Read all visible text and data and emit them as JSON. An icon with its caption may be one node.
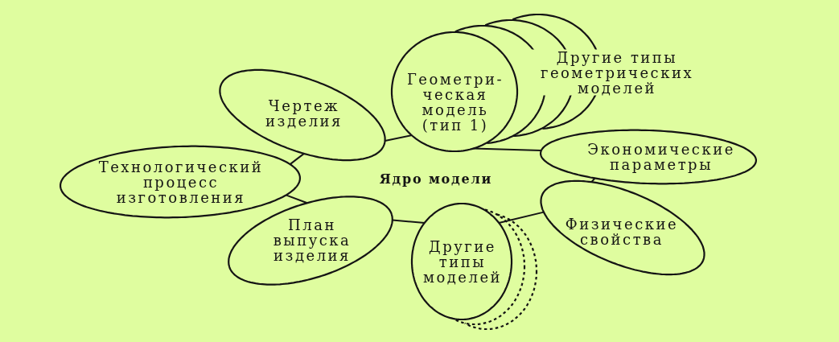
{
  "diagram": {
    "nodes": [
      {
        "text": [
          "Геометри- ческая модель (тип 1)"
        ]
      },
      {
        "text": [
          "Другие типы геометрических моделей"
        ]
      },
      {
        "text": [
          "Чертеж изделия"
        ]
      },
      {
        "text": [
          "Технологический процесс изготовления"
        ]
      },
      {
        "text": [
          "Экономические параметры"
        ]
      },
      {
        "text": [
          "План выпуска изделия"
        ]
      },
      {
        "text": [
          "Физические свойства"
        ]
      },
      {
        "text": [
          "Другие типы моделей"
        ]
      }
    ],
    "edges": [
      {
        "from": 2,
        "to": 0,
        "arrow": "none"
      },
      {
        "from": 0,
        "to": 4,
        "arrow": "none"
      },
      {
        "from": 4,
        "to": 6,
        "arrow": "none"
      },
      {
        "from": 6,
        "to": 7,
        "arrow": "none"
      },
      {
        "from": 7,
        "to": 5,
        "arrow": "none"
      },
      {
        "from": 5,
        "to": 3,
        "arrow": "none"
      },
      {
        "from": 3,
        "to": 2,
        "arrow": "none"
      }
    ],
    "labels": [
      "Ядро модели"
    ]
  }
}
